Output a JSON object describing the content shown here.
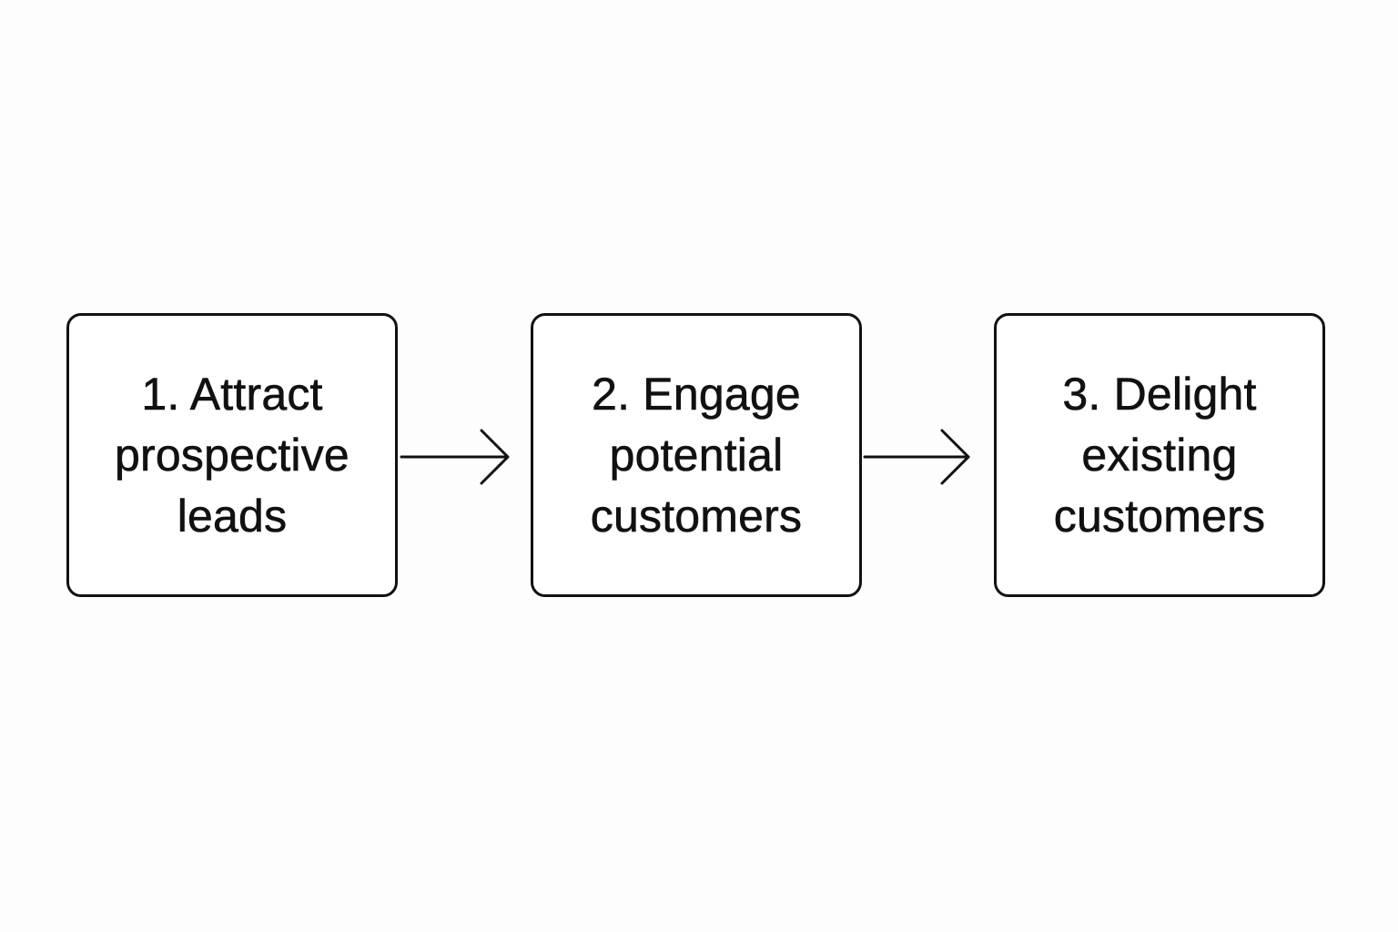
{
  "diagram": {
    "steps": [
      {
        "lines": [
          "1. Attract",
          "prospective",
          "leads"
        ]
      },
      {
        "lines": [
          "2. Engage",
          "potential",
          "customers"
        ]
      },
      {
        "lines": [
          "3. Delight",
          "existing",
          "customers"
        ]
      }
    ],
    "colors": {
      "stroke": "#111111",
      "text": "#111111",
      "background": "#fdfdfd"
    }
  }
}
